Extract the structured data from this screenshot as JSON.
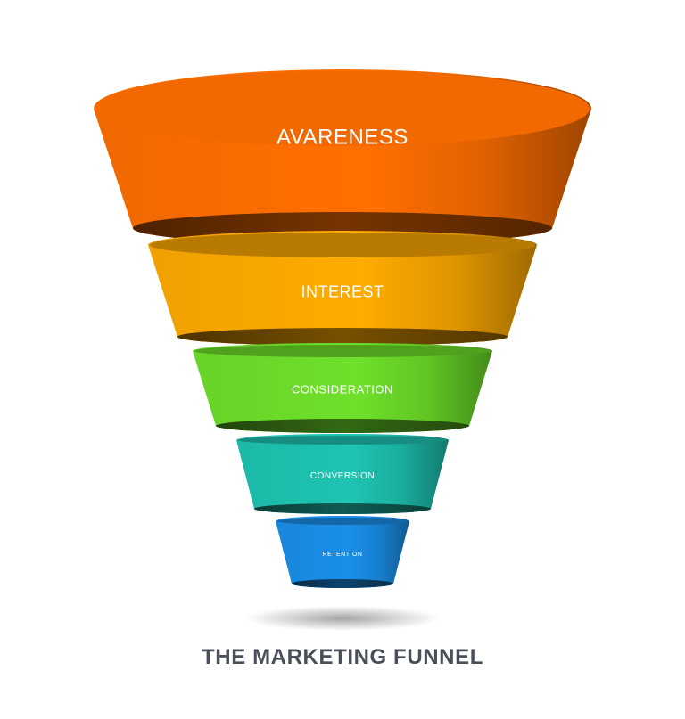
{
  "title": "THE MARKETING FUNNEL",
  "stages": [
    {
      "label": "AVARENESS",
      "color": "#ff6f00"
    },
    {
      "label": "INTEREST",
      "color": "#ffab00"
    },
    {
      "label": "CONSIDERATION",
      "color": "#6ee02a"
    },
    {
      "label": "CONVERSION",
      "color": "#1ec4b2"
    },
    {
      "label": "RETENTION",
      "color": "#1a8fe8"
    }
  ]
}
